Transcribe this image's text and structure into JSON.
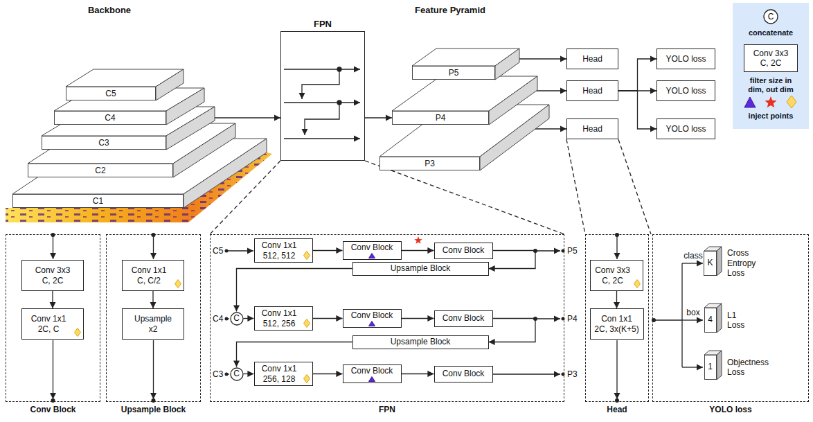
{
  "diagram": {
    "nodes": [
      {
        "text": [
          "C5"
        ]
      },
      {
        "text": [
          "C4"
        ]
      },
      {
        "text": [
          "C3"
        ]
      },
      {
        "text": [
          "C2"
        ]
      },
      {
        "text": [
          "C1"
        ]
      },
      {
        "text": [
          "FPN"
        ]
      },
      {
        "text": [
          "P5"
        ]
      },
      {
        "text": [
          "P4"
        ]
      },
      {
        "text": [
          "P3"
        ]
      },
      {
        "text": [
          "Head"
        ]
      },
      {
        "text": [
          "Head"
        ]
      },
      {
        "text": [
          "Head"
        ]
      },
      {
        "text": [
          "YOLO loss"
        ]
      },
      {
        "text": [
          "YOLO loss"
        ]
      },
      {
        "text": [
          "YOLO loss"
        ]
      },
      {
        "text": [
          "C"
        ]
      },
      {
        "text": [
          "Conv 3x3 C, 2C"
        ]
      },
      {
        "text": [
          "Conv Block"
        ]
      },
      {
        "text": [
          "Conv 3x3 C, 2C"
        ],
        "in": 17
      },
      {
        "text": [
          "Conv 1x1 2C, C"
        ],
        "in": 17
      },
      {
        "text": [
          "Upsample Block"
        ]
      },
      {
        "text": [
          "Conv 1x1 C, C/2"
        ],
        "in": 20
      },
      {
        "text": [
          "Upsample x2"
        ],
        "in": 20
      },
      {
        "text": [
          "FPN"
        ]
      },
      {
        "text": [
          "Conv 1x1 512, 512"
        ],
        "in": 23
      },
      {
        "text": [
          "Conv Block"
        ],
        "in": 23
      },
      {
        "text": [
          "Conv Block"
        ],
        "in": 23
      },
      {
        "text": [
          "Upsample Block"
        ],
        "in": 23
      },
      {
        "text": [
          "C"
        ],
        "in": 23
      },
      {
        "text": [
          "Conv 1x1 512, 256"
        ],
        "in": 23
      },
      {
        "text": [
          "Conv Block"
        ],
        "in": 23
      },
      {
        "text": [
          "Conv Block"
        ],
        "in": 23
      },
      {
        "text": [
          "Upsample Block"
        ],
        "in": 23
      },
      {
        "text": [
          "C"
        ],
        "in": 23
      },
      {
        "text": [
          "Conv 1x1 256, 128"
        ],
        "in": 23
      },
      {
        "text": [
          "Conv Block"
        ],
        "in": 23
      },
      {
        "text": [
          "Conv Block"
        ],
        "in": 23
      },
      {
        "text": [
          "Head"
        ]
      },
      {
        "text": [
          "Conv 3x3 C, 2C"
        ],
        "in": 37
      },
      {
        "text": [
          "Con 1x1 2C, 3x(K+5)"
        ],
        "in": 37
      },
      {
        "text": [
          "YOLO loss"
        ]
      },
      {
        "text": [
          "K"
        ],
        "in": 40
      },
      {
        "text": [
          "4"
        ],
        "in": 40
      },
      {
        "text": [
          "1"
        ],
        "in": 40
      }
    ],
    "edges": [
      {
        "from": 1,
        "to": 5,
        "arrow": "to"
      },
      {
        "from": 5,
        "to": 7,
        "arrow": "to"
      },
      {
        "from": 6,
        "to": 9,
        "arrow": "to"
      },
      {
        "from": 7,
        "to": 10,
        "arrow": "to"
      },
      {
        "from": 8,
        "to": 11,
        "arrow": "to"
      },
      {
        "from": 10,
        "to": 12,
        "arrow": "to"
      },
      {
        "from": 10,
        "to": 13,
        "arrow": "to"
      },
      {
        "from": 10,
        "to": 14,
        "arrow": "to"
      },
      {
        "from": 18,
        "to": 19,
        "arrow": "to"
      },
      {
        "from": 21,
        "to": 22,
        "arrow": "to"
      },
      {
        "from": 24,
        "to": 25,
        "arrow": "to"
      },
      {
        "from": 25,
        "to": 26,
        "arrow": "to"
      },
      {
        "from": 26,
        "to": 27,
        "arrow": "to"
      },
      {
        "from": 27,
        "to": 28,
        "arrow": "to"
      },
      {
        "from": 28,
        "to": 29,
        "arrow": "to"
      },
      {
        "from": 29,
        "to": 30,
        "arrow": "to"
      },
      {
        "from": 30,
        "to": 31,
        "arrow": "to"
      },
      {
        "from": 31,
        "to": 32,
        "arrow": "to"
      },
      {
        "from": 32,
        "to": 33,
        "arrow": "to"
      },
      {
        "from": 33,
        "to": 34,
        "arrow": "to"
      },
      {
        "from": 34,
        "to": 35,
        "arrow": "to"
      },
      {
        "from": 35,
        "to": 36,
        "arrow": "to"
      },
      {
        "from": 38,
        "to": 39,
        "arrow": "to"
      }
    ],
    "labels": [
      "Backbone",
      "Feature Pyramid",
      "C5",
      "C4",
      "C3",
      "P5",
      "P4",
      "P3",
      "class",
      "box",
      "Cross Entropy Loss",
      "L1 Loss",
      "Objectness Loss"
    ],
    "legend": [
      {
        "text": "concatenate"
      },
      {
        "text": "filter size in dim, out dim"
      },
      {
        "text": "inject points"
      }
    ]
  }
}
